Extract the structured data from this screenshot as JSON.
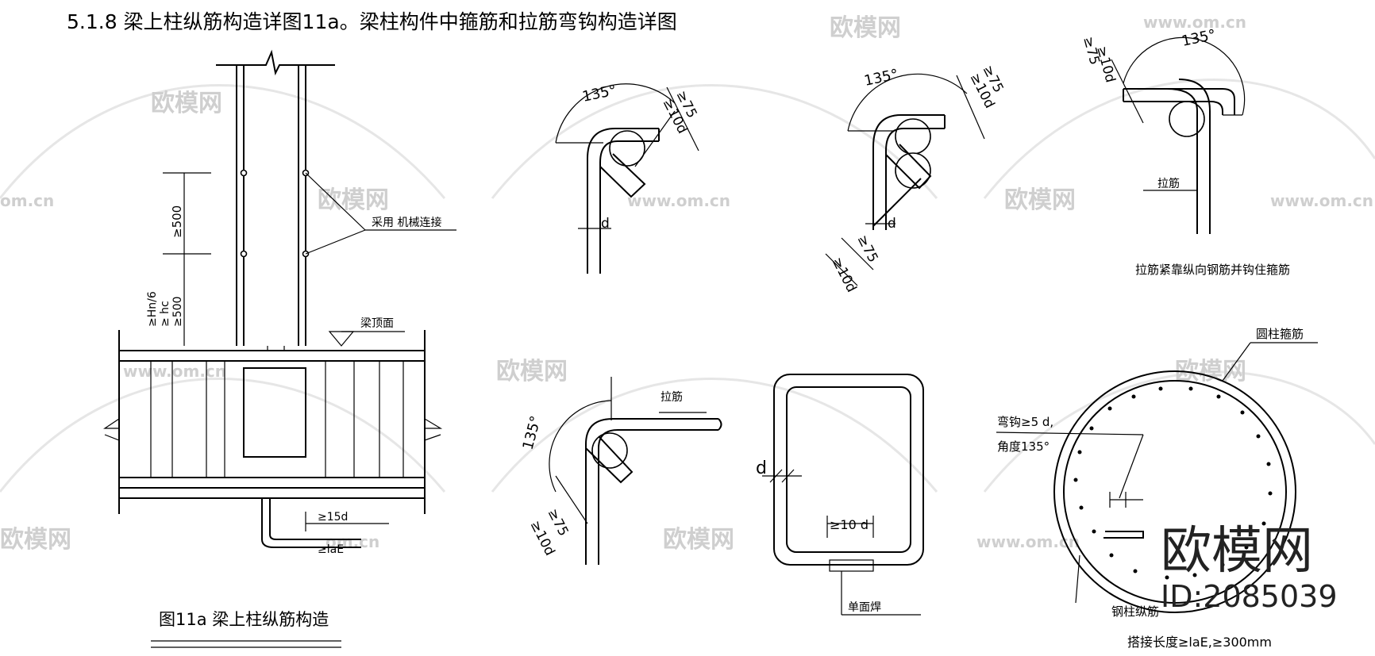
{
  "heading": "5.1.8  梁上柱纵筋构造详图11a。梁柱构件中箍筋和拉筋弯钩构造详图",
  "fig_a": {
    "caption": "图11a  梁上柱纵筋构造",
    "dim_500": "≥500",
    "dim_left_1": "≥Hn/6",
    "dim_left_2": "≥ hc",
    "dim_left_3": "≥500",
    "mech_conn": "采用   机械连接",
    "beam_top": "梁顶面",
    "dim_15d": "≥15d",
    "dim_lae": "≥laE"
  },
  "hook1": {
    "angle": "135°",
    "len75": "≥75",
    "len10d": "≥10d",
    "d": "d"
  },
  "hook2": {
    "angle": "135°",
    "len75_top": "≥75",
    "len10d_top": "≥10d",
    "d": "d",
    "len75_bot": "≥75",
    "len10d_bot": "≥10d"
  },
  "hook3": {
    "angle": "135°",
    "len75": "≥75",
    "len10d": "≥10d",
    "tie": "拉筋",
    "caption": "拉筋紧靠纵向钢筋并钩住箍筋"
  },
  "hook4": {
    "angle": "135°",
    "tie": "拉筋",
    "len75": "≥75",
    "len10d": "≥10d"
  },
  "rect": {
    "d": "d",
    "len10d": "≥10 d",
    "weld": "单面焊"
  },
  "round": {
    "stirrup": "圆柱箍筋",
    "hook_len": "弯钩≥5 d,",
    "hook_angle": "角度135°",
    "long_bar": "钢柱纵筋",
    "lap": "搭接长度≥laE,≥300mm"
  },
  "watermark": {
    "brand": "欧模网",
    "url": "www.om.cn",
    "url_cut": "om.cn",
    "id": "ID:2085039"
  }
}
